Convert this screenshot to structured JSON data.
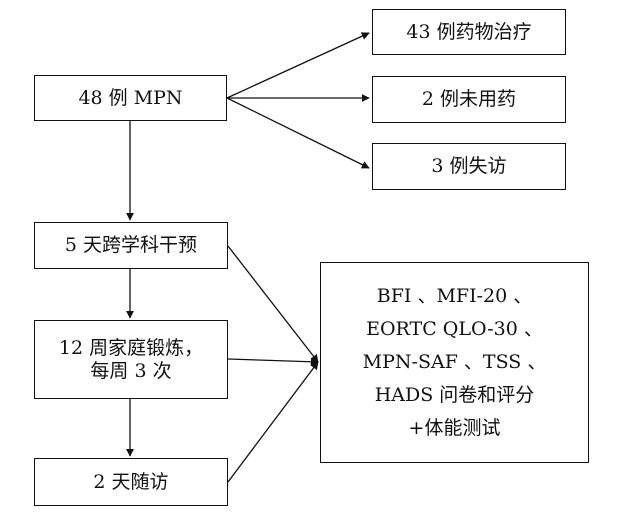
{
  "flowchart": {
    "start": "48 例 MPN",
    "branches": [
      "43 例药物治疗",
      "2 例未用药",
      "3 例失访"
    ],
    "steps": {
      "intervention": "5 天跨学科干预",
      "home_exercise": [
        "12 周家庭锻炼，",
        "每周 3 次"
      ],
      "follow_up": "2 天随访"
    },
    "measures": [
      "BFI 、MFI-20 、",
      "EORTC QLO-30 、",
      "MPN-SAF 、TSS 、",
      "HADS 问卷和评分",
      "+体能测试"
    ]
  }
}
